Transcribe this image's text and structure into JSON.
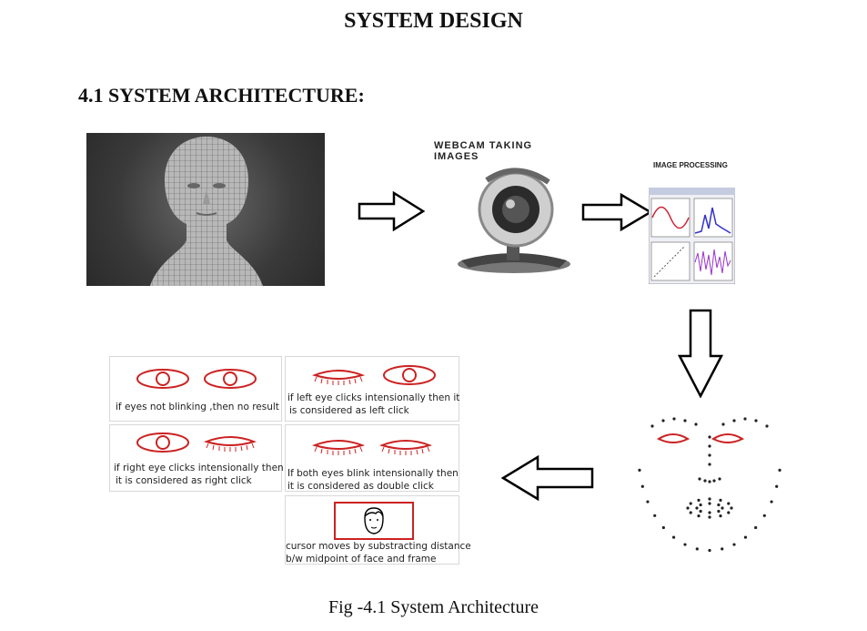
{
  "document": {
    "heading": "SYSTEM DESIGN",
    "section": "4.1 SYSTEM ARCHITECTURE:",
    "figure_caption": "Fig -4.1 System Architecture"
  },
  "figure": {
    "webcam_label_line1": "WEBCAM TAKING",
    "webcam_label_line2": "IMAGES",
    "processing_label": "IMAGE PROCESSING",
    "panels": {
      "no_blink": "if eyes not blinking ,then no result",
      "left_click_line1": "if left eye clicks intensionally then it",
      "left_click_line2": "is considered as left click",
      "right_click_line1": "if right eye clicks intensionally then",
      "right_click_line2": "it is considered as right click",
      "double_click_line1": "If both eyes blink intensionally then",
      "double_click_line2": "it is considered as double click",
      "cursor_line1": "cursor moves by substracting distance",
      "cursor_line2": "b/w midpoint of face and frame"
    }
  }
}
